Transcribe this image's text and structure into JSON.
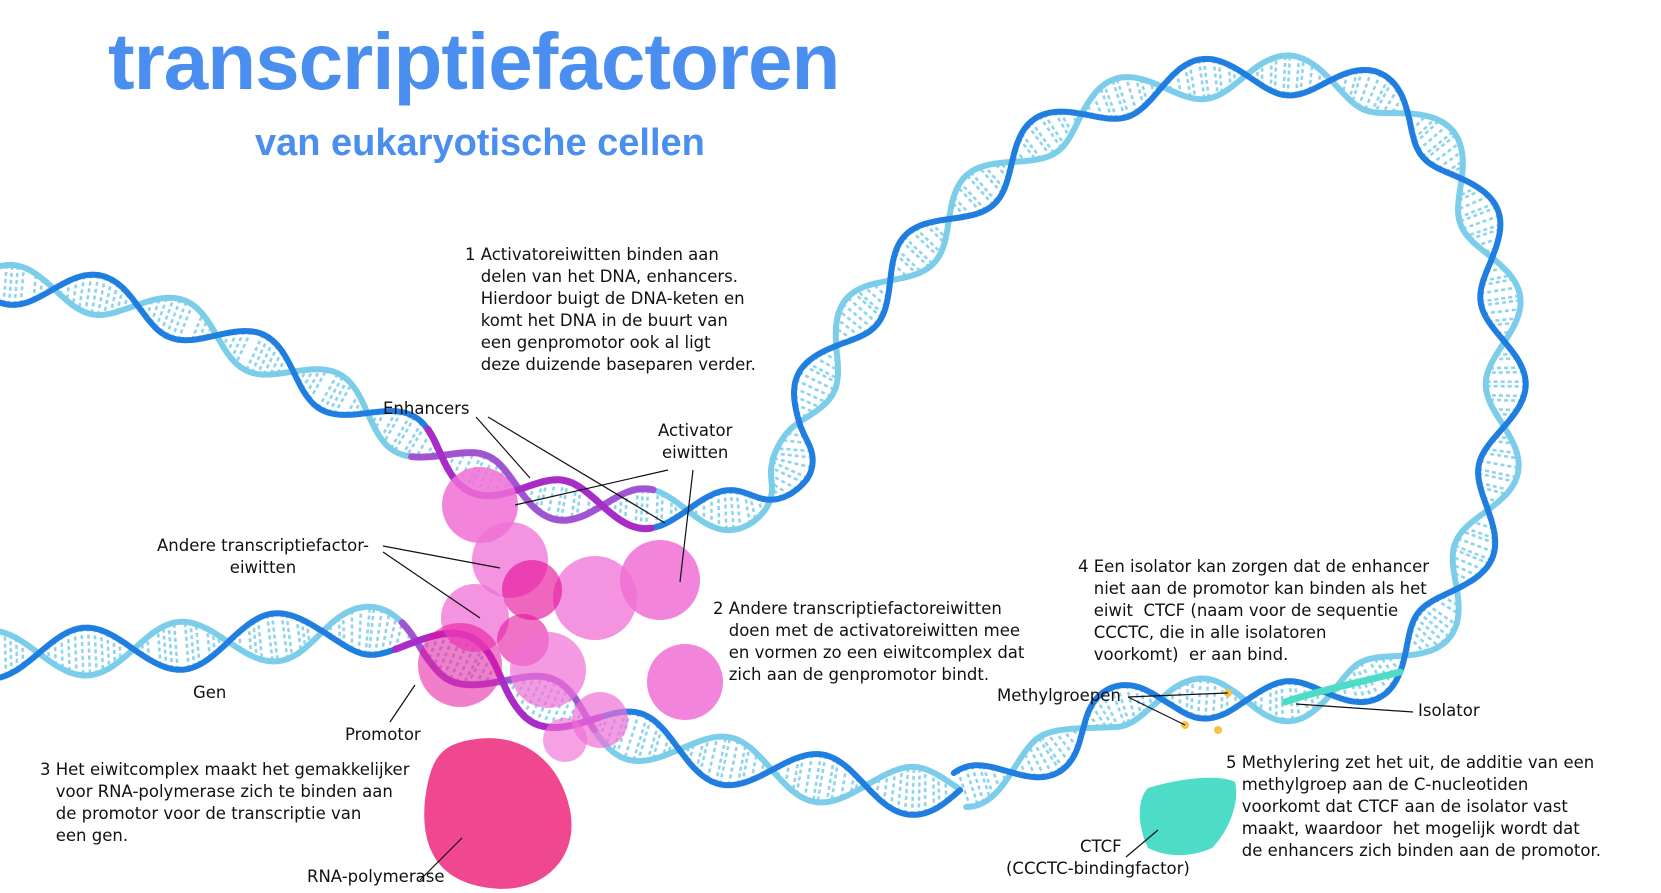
{
  "colors": {
    "title": "#4a8fef",
    "dna_dark": "#1f7ee0",
    "dna_light": "#7ccdea",
    "dna_rung": "#e6f4fb",
    "dna_purple": "#a92cc9",
    "blob_pink": "#f06fd6",
    "blob_magenta": "#e6149c",
    "rna_polymerase": "#f0488f",
    "ctcf": "#4cdcc8",
    "methyl": "#f5c242"
  },
  "header": {
    "title": "transcriptiefactoren",
    "subtitle": "van eukaryotische cellen"
  },
  "notes": {
    "n1": "1 Activatoreiwitten binden aan\n   delen van het DNA, enhancers.\n   Hierdoor buigt de DNA-keten en\n   komt het DNA in de buurt van\n   een genpromotor ook al ligt\n   deze duizende baseparen verder.",
    "n2": "2 Andere transcriptiefactoreiwitten\n   doen met de activatoreiwitten mee\n   en vormen zo een eiwitcomplex dat\n   zich aan de genpromotor bindt.",
    "n3": "3 Het eiwitcomplex maakt het gemakkelijker\n   voor RNA-polymerase zich te binden aan\n   de promotor voor de transcriptie van\n   een gen.",
    "n4": "4 Een isolator kan zorgen dat de enhancer\n   niet aan de promotor kan binden als het\n   eiwit  CTCF (naam voor de sequentie\n   CCCTC, die in alle isolatoren\n   voorkomt)  er aan bind.",
    "n5": "5 Methylering zet het uit, de additie van een\n   methylgroep aan de C-nucleotiden\n   voorkomt dat CTCF aan de isolator vast\n   maakt, waardoor  het mogelijk wordt dat\n   de enhancers zich binden aan de promotor."
  },
  "labels": {
    "enhancers": "Enhancers",
    "activator": "Activator\neiwitten",
    "andere": "Andere transcriptiefactor-\neiwitten",
    "gen": "Gen",
    "promotor": "Promotor",
    "rna_polymerase": "RNA-polymerase",
    "methylgroepen": "Methylgroepen",
    "isolator": "Isolator",
    "ctcf": "CTCF",
    "ctcf_full": "(CCCTC-bindingfactor)"
  }
}
